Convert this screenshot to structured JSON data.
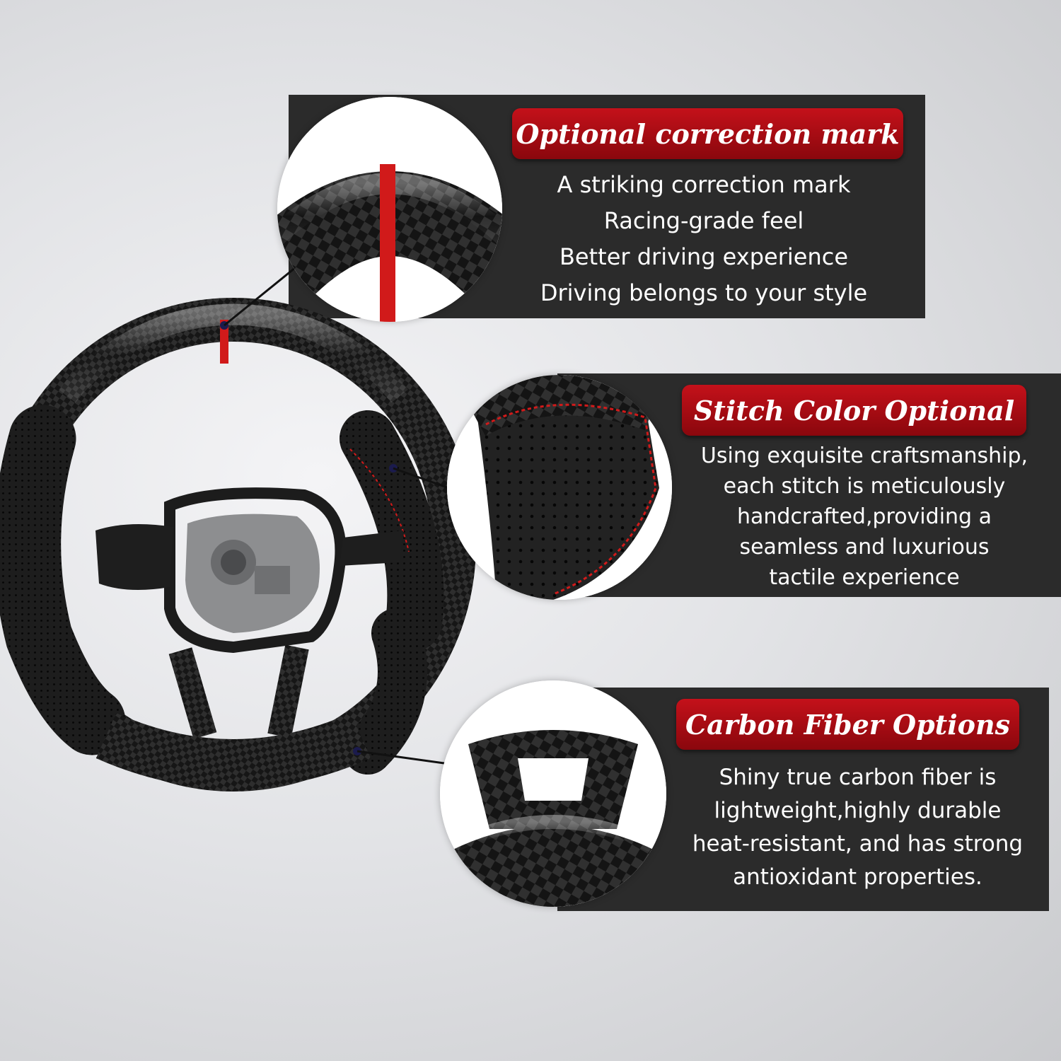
{
  "features": [
    {
      "title": "Optional correction mark",
      "lines": [
        "A striking correction mark",
        "Racing-grade feel",
        "Better driving experience",
        "Driving belongs to your style"
      ]
    },
    {
      "title": "Stitch Color Optional",
      "lines": [
        "Using exquisite craftsmanship,",
        "each stitch is meticulously",
        "handcrafted,providing a",
        "seamless and luxurious",
        "tactile experience"
      ]
    },
    {
      "title": "Carbon Fiber Options",
      "lines": [
        "Shiny true carbon fiber is",
        "lightweight,highly durable",
        "heat-resistant, and has strong",
        "antioxidant properties."
      ]
    }
  ],
  "colors": {
    "panel": "#2b2b2b",
    "badge": "#b30f17",
    "stitch": "#d11a1a",
    "carbon": "#1a1a1a"
  },
  "icons": [
    "steering-wheel-image",
    "detail-circle-image"
  ]
}
